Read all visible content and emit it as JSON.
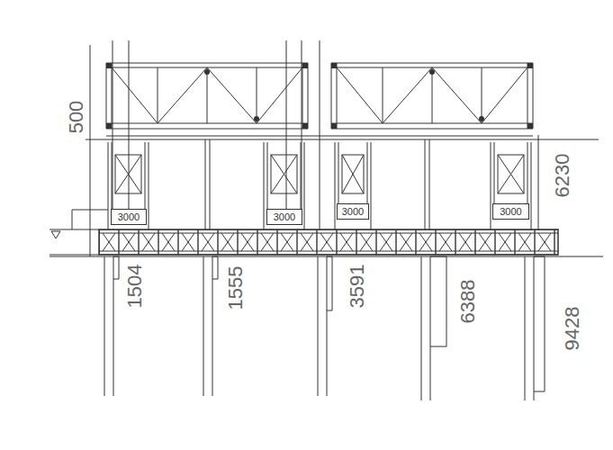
{
  "diagram": {
    "nodes": [
      {
        "text": [
          "3000"
        ]
      },
      {
        "text": [
          "3000"
        ]
      },
      {
        "text": [
          "3000"
        ]
      },
      {
        "text": [
          "3000"
        ]
      }
    ],
    "labels": [
      "500",
      "6230",
      "1504",
      "1555",
      "3591",
      "6388",
      "9428"
    ]
  }
}
